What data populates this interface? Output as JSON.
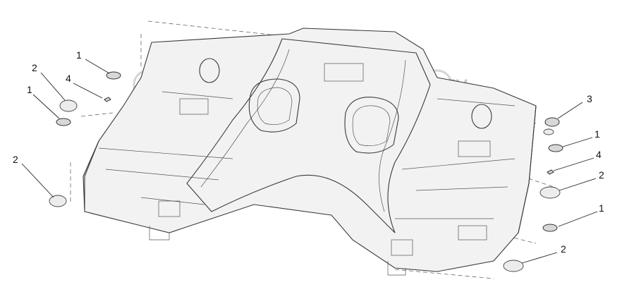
{
  "diagram": {
    "callouts": [
      {
        "id": "c1",
        "label": "1"
      },
      {
        "id": "c2",
        "label": "2"
      },
      {
        "id": "c3",
        "label": "1"
      },
      {
        "id": "c4",
        "label": "4"
      },
      {
        "id": "c5",
        "label": "2"
      },
      {
        "id": "c6",
        "label": "3"
      },
      {
        "id": "c7",
        "label": "1"
      },
      {
        "id": "c8",
        "label": "4"
      },
      {
        "id": "c9",
        "label": "2"
      },
      {
        "id": "c10",
        "label": "1"
      },
      {
        "id": "c11",
        "label": "2"
      }
    ],
    "watermark": "TM"
  }
}
